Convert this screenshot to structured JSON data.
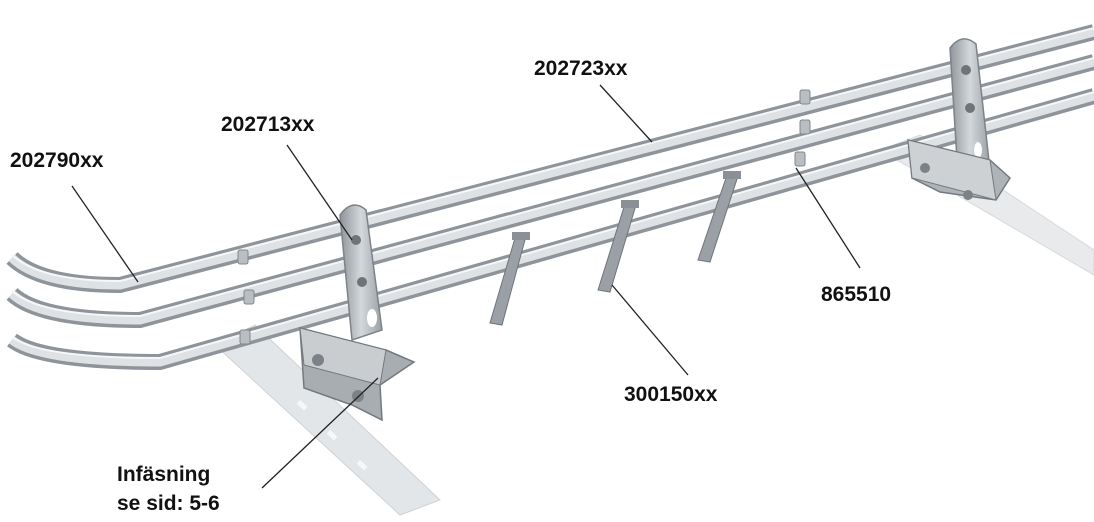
{
  "labels": {
    "rail_top": "202723xx",
    "rail_middle": "202713xx",
    "rail_bend": "202790xx",
    "coupling": "865510",
    "snow_stop": "300150xx",
    "mounting_line1": "Infäsning",
    "mounting_line2": "se sid: 5-6"
  },
  "colors": {
    "pipe_dark": "#8e9499",
    "pipe_mid": "#c3c8cc",
    "pipe_light": "#eef0f2",
    "bracket": "#aeb3b8",
    "rail_shadow": "#dde0e3",
    "leader": "#222222"
  }
}
